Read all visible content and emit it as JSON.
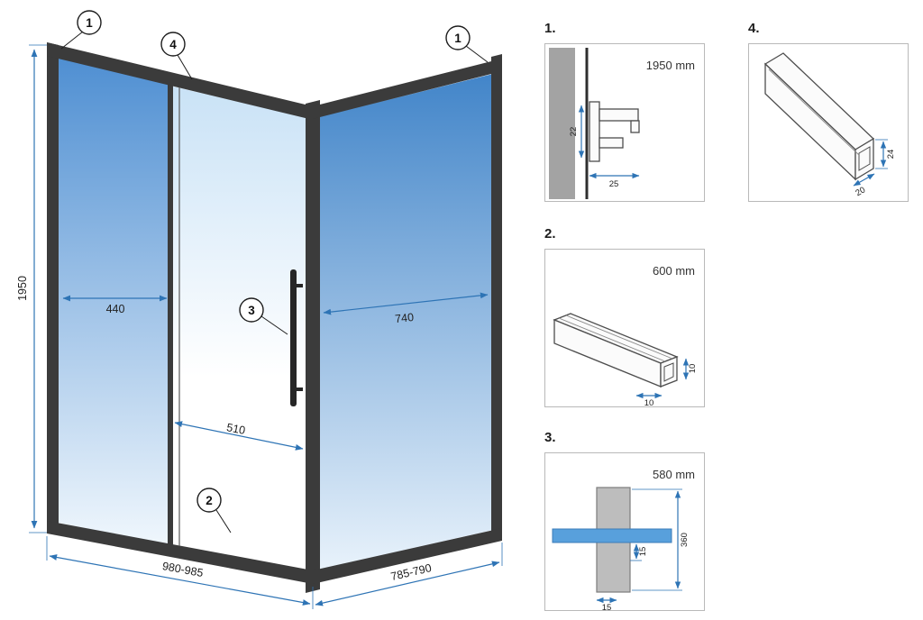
{
  "colors": {
    "dim": "#2e74b5",
    "frame": "#3b3b3b",
    "glassTop": "#4f8fd2",
    "glassBottom": "#f0f7fd",
    "sideTop": "#4285c9",
    "sideBottom": "#e8f2fb",
    "doorTop": "#c9e2f6",
    "doorBottom": "#ffffff",
    "wallGray": "#a3a3a3",
    "handleGray": "#bdbdbd",
    "glassBar": "#58a0dc"
  },
  "main": {
    "callout_1a": "1",
    "callout_4": "4",
    "callout_1b": "1",
    "callout_3": "3",
    "callout_2": "2",
    "dim_height": "1950",
    "dim_fixed_panel": "440",
    "dim_side_panel": "740",
    "dim_door": "510",
    "dim_front_width": "980-985",
    "dim_side_width": "785-790"
  },
  "details": {
    "d1": {
      "label": "1.",
      "length": "1950 mm",
      "dim_height": "22",
      "dim_width": "25"
    },
    "d2": {
      "label": "2.",
      "length": "600 mm",
      "dim_height": "10",
      "dim_width": "10"
    },
    "d3": {
      "label": "3.",
      "length": "580 mm",
      "dim_spacing": "360",
      "dim_offset": "15",
      "dim_width": "15"
    },
    "d4": {
      "label": "4.",
      "dim_height": "24",
      "dim_width": "20"
    }
  }
}
